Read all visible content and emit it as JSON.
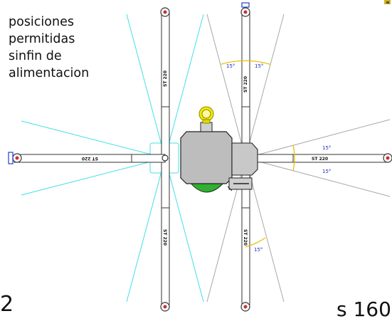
{
  "caption": {
    "lines": [
      "posiciones",
      "permitidas",
      "sinfin de",
      "alimentacion"
    ]
  },
  "conveyor_label": "ST 220",
  "angle_label": "15°",
  "corner_text": {
    "left": "2",
    "right": "s 160"
  },
  "colors": {
    "allowed_lines": "#40e0e8",
    "reference_lines": "#a0a0a0",
    "conveyor": "#333333",
    "angle_arc": "#e8c000",
    "angle_text": "#1c2ec8",
    "machine_body": "#b8b8b8",
    "hopper": "#30b030",
    "motor": "#f0e000",
    "end_marker": "#cc3030"
  }
}
